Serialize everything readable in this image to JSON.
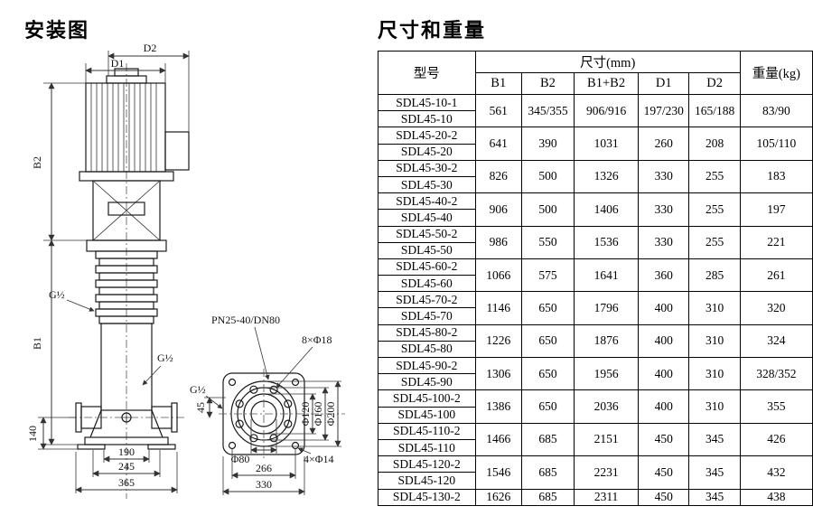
{
  "page": {
    "diagram_title": "安装图",
    "table_title": "尺寸和重量"
  },
  "diagram": {
    "labels": {
      "d2": "D2",
      "d1": "D1",
      "b2": "B2",
      "b1": "B1",
      "dim140": "140",
      "dim190": "190",
      "dim245": "245",
      "dim365": "365",
      "g1": "G½",
      "g2": "G½",
      "g3": "G½",
      "pn": "PN25-40/DN80",
      "bolt8": "8×Φ18",
      "dim45": "45",
      "phi80": "Φ80",
      "dim266": "266",
      "dim330": "330",
      "bolt4": "4×Φ14",
      "phi120": "Φ120",
      "phi160": "Φ160",
      "phi200": "Φ200"
    }
  },
  "table": {
    "header": {
      "model": "型号",
      "size_group": "尺寸(mm)",
      "weight": "重量(kg)",
      "cols": [
        "B1",
        "B2",
        "B1+B2",
        "D1",
        "D2"
      ]
    },
    "rows": [
      {
        "models": [
          "SDL45-10-1",
          "SDL45-10"
        ],
        "values": [
          "561",
          "345/355",
          "906/916",
          "197/230",
          "165/188"
        ],
        "weight": "83/90"
      },
      {
        "models": [
          "SDL45-20-2",
          "SDL45-20"
        ],
        "values": [
          "641",
          "390",
          "1031",
          "260",
          "208"
        ],
        "weight": "105/110"
      },
      {
        "models": [
          "SDL45-30-2",
          "SDL45-30"
        ],
        "values": [
          "826",
          "500",
          "1326",
          "330",
          "255"
        ],
        "weight": "183"
      },
      {
        "models": [
          "SDL45-40-2",
          "SDL45-40"
        ],
        "values": [
          "906",
          "500",
          "1406",
          "330",
          "255"
        ],
        "weight": "197"
      },
      {
        "models": [
          "SDL45-50-2",
          "SDL45-50"
        ],
        "values": [
          "986",
          "550",
          "1536",
          "330",
          "255"
        ],
        "weight": "221"
      },
      {
        "models": [
          "SDL45-60-2",
          "SDL45-60"
        ],
        "values": [
          "1066",
          "575",
          "1641",
          "360",
          "285"
        ],
        "weight": "261"
      },
      {
        "models": [
          "SDL45-70-2",
          "SDL45-70"
        ],
        "values": [
          "1146",
          "650",
          "1796",
          "400",
          "310"
        ],
        "weight": "320"
      },
      {
        "models": [
          "SDL45-80-2",
          "SDL45-80"
        ],
        "values": [
          "1226",
          "650",
          "1876",
          "400",
          "310"
        ],
        "weight": "324"
      },
      {
        "models": [
          "SDL45-90-2",
          "SDL45-90"
        ],
        "values": [
          "1306",
          "650",
          "1956",
          "400",
          "310"
        ],
        "weight": "328/352"
      },
      {
        "models": [
          "SDL45-100-2",
          "SDL45-100"
        ],
        "values": [
          "1386",
          "650",
          "2036",
          "400",
          "310"
        ],
        "weight": "355"
      },
      {
        "models": [
          "SDL45-110-2",
          "SDL45-110"
        ],
        "values": [
          "1466",
          "685",
          "2151",
          "450",
          "345"
        ],
        "weight": "426"
      },
      {
        "models": [
          "SDL45-120-2",
          "SDL45-120"
        ],
        "values": [
          "1546",
          "685",
          "2231",
          "450",
          "345"
        ],
        "weight": "432"
      },
      {
        "models": [
          "SDL45-130-2"
        ],
        "values": [
          "1626",
          "685",
          "2311",
          "450",
          "345"
        ],
        "weight": "438"
      }
    ]
  }
}
